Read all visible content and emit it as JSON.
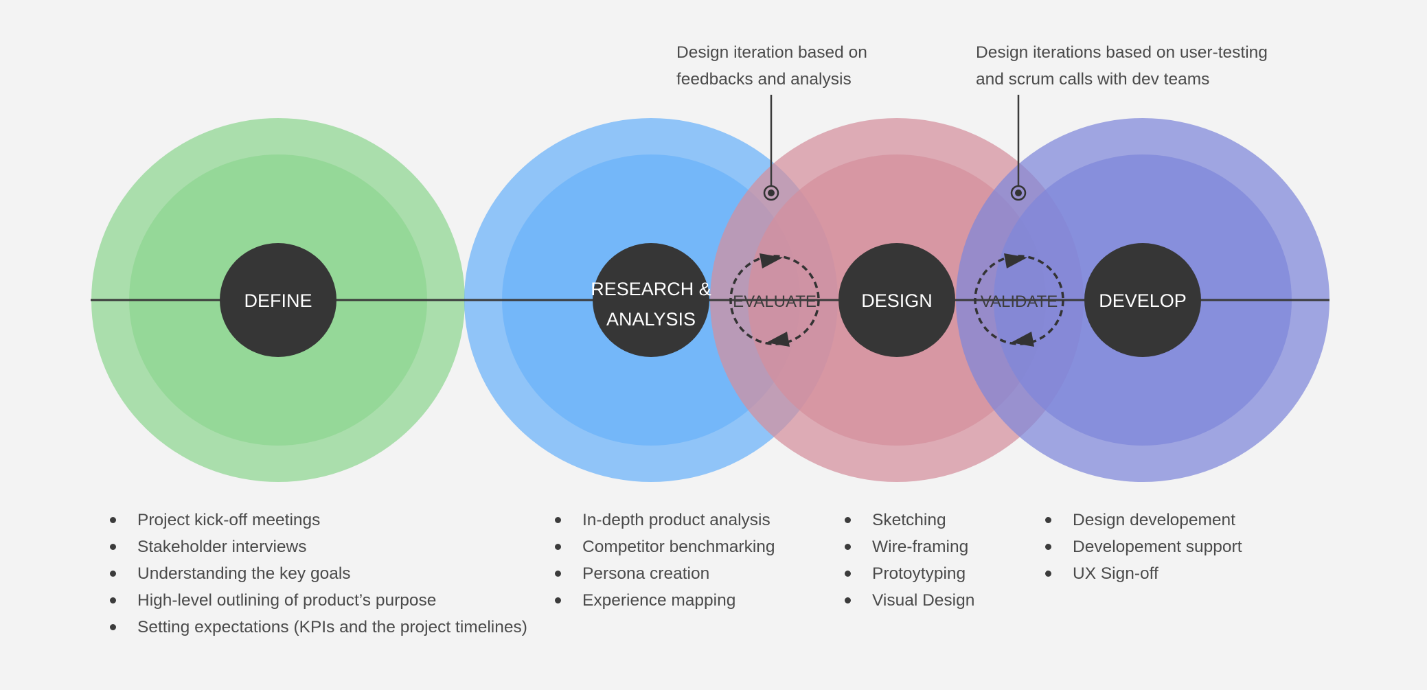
{
  "colors": {
    "background": "#f3f3f3",
    "define": "#8ed590",
    "research": "#6ab1fa",
    "design": "#d48f9c",
    "develop": "#7e87da",
    "node": "#363636",
    "line": "#3a3a3a"
  },
  "stages": {
    "define": {
      "label": "DEFINE"
    },
    "research": {
      "label_line1": "RESEARCH &",
      "label_line2": "ANALYSIS"
    },
    "design": {
      "label": "DESIGN"
    },
    "develop": {
      "label": "DEVELOP"
    }
  },
  "loops": {
    "evaluate": {
      "label": "EVALUATE",
      "icon": "cycle-arrows-icon"
    },
    "validate": {
      "label": "VALIDATE",
      "icon": "cycle-arrows-icon"
    }
  },
  "annotations": {
    "evaluate": {
      "line1": "Design iteration based on",
      "line2": "feedbacks and analysis"
    },
    "validate": {
      "line1": "Design iterations based on user-testing",
      "line2": "and scrum calls with dev teams"
    }
  },
  "lists": {
    "define": [
      "Project kick-off meetings",
      "Stakeholder interviews",
      "Understanding the key goals",
      "High-level outlining of product’s purpose",
      "Setting expectations (KPIs and the project timelines)"
    ],
    "research": [
      "In-depth product analysis",
      "Competitor benchmarking",
      "Persona creation",
      "Experience mapping"
    ],
    "design": [
      "Sketching",
      "Wire-framing",
      "Protoytyping",
      "Visual Design"
    ],
    "develop": [
      "Design developement",
      "Developement support",
      "UX Sign-off"
    ]
  }
}
